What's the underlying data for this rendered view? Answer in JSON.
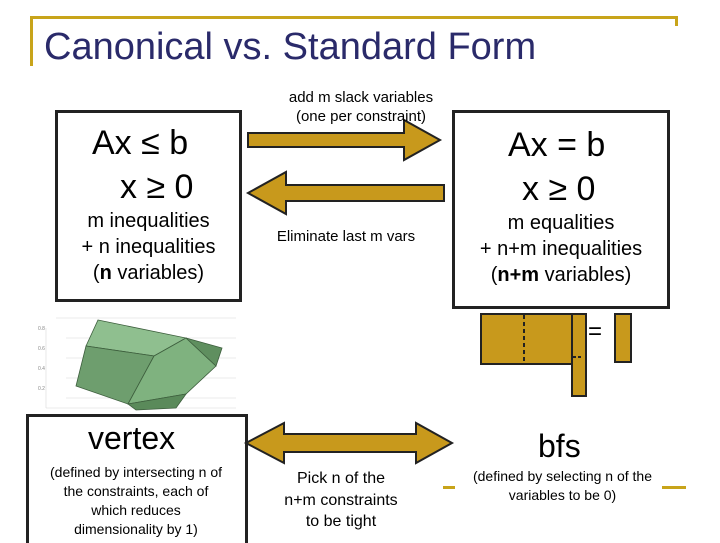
{
  "title": "Canonical vs. Standard Form",
  "canonical": {
    "line1": "Ax ≤ b",
    "line2": "x ≥ 0",
    "desc_line1": "m inequalities",
    "desc_line2": "+ n inequalities",
    "desc_line3_bold": "n",
    "desc_line3_rest": " variables)",
    "desc_line3_open": "("
  },
  "standard": {
    "line1": "Ax = b",
    "line2": "x ≥ 0",
    "desc_line1": "m equalities",
    "desc_line2": "+ n+m inequalities",
    "desc_line3_open": "(",
    "desc_line3_bold": "n+m",
    "desc_line3_rest": " variables)"
  },
  "arrows": {
    "forward_label_line1": "add m slack variables",
    "forward_label_line2": "(one per constraint)",
    "backward_label": "Eliminate last m vars",
    "double_label_line1": "Pick n of the",
    "double_label_line2": "n+m constraints",
    "double_label_line3": "to be tight"
  },
  "matrix": {
    "equals": "="
  },
  "vertex": {
    "label": "vertex",
    "desc_line1": "(defined by intersecting n of",
    "desc_line2": "the constraints, each of",
    "desc_line3": "which reduces",
    "desc_line4": "dimensionality by 1)"
  },
  "bfs": {
    "label": "bfs",
    "desc_line1": "(defined by selecting n of the",
    "desc_line2": "variables to be 0)"
  },
  "colors": {
    "gold": "#c8991c",
    "title": "#2a2a6a",
    "polytope": "#7fb27f"
  }
}
